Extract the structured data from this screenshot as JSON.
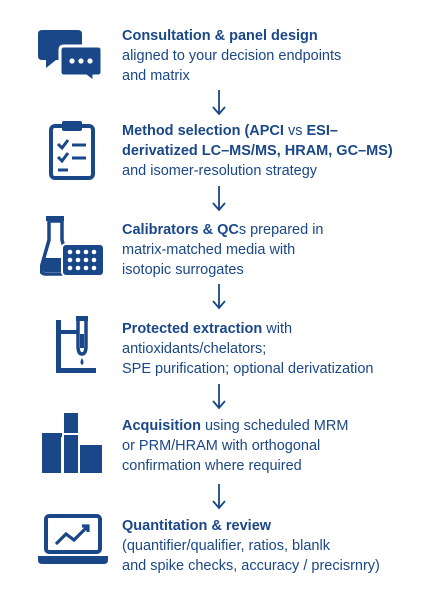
{
  "steps": [
    {
      "icon": "chat-bubbles-icon",
      "line1_bold": "Consultation & panel design",
      "line1_rest": "",
      "lines": [
        "aligned to your decision endpoints",
        "and matrix"
      ]
    },
    {
      "icon": "clipboard-checklist-icon",
      "line1_bold": "Method selection (APCI",
      "line1_mid": " vs ",
      "line1_bold2": "ESI–",
      "line2_bold": "derivatized LC–MS/MS, HRAM, GC–MS)",
      "lines": [
        "and isomer-resolution strategy"
      ]
    },
    {
      "icon": "flask-plate-icon",
      "line1_bold": "Calibrators & QC",
      "line1_rest": "s prepared in",
      "lines": [
        "matrix-matched media with",
        "isotopic surrogates"
      ]
    },
    {
      "icon": "extraction-stand-icon",
      "line1_bold": "Protected extraction",
      "line1_rest": " with",
      "lines": [
        "antioxidants/chelators;",
        "SPE purification; optional derivatization"
      ]
    },
    {
      "icon": "acquisition-blocks-icon",
      "line1_bold": "Acquisition",
      "line1_rest": " using scheduled MRM",
      "lines": [
        "or PRM/HRAM with orthogonal",
        "confirmation where required"
      ]
    },
    {
      "icon": "laptop-chart-icon",
      "line1_bold": "Quantitation & review",
      "line1_rest": "",
      "lines": [
        "(quantifier/qualifier, ratios, blanlk",
        "and spike checks, accuracy / precisrnry)"
      ]
    }
  ],
  "colors": {
    "primary": "#1a4787"
  }
}
